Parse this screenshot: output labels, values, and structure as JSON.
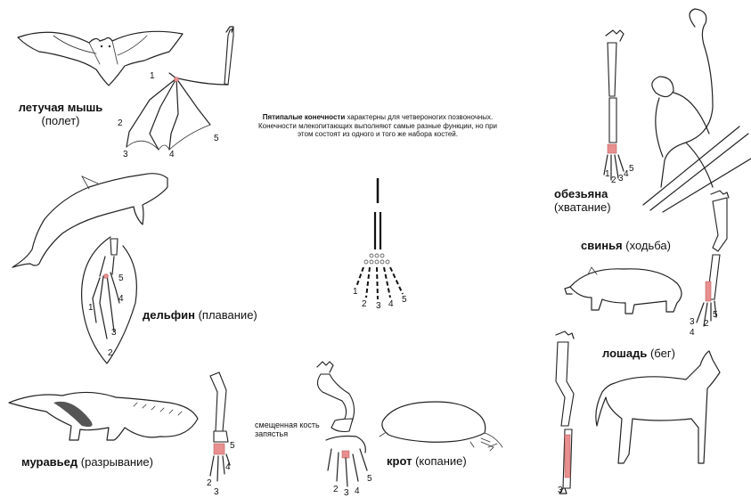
{
  "caption": {
    "bold": "Пятипалые конечности",
    "rest": " характерны для четвероногих позвоночных. Конечности млекопитающих выполняют самые разные функции, но при этом состоят из одного и того же  набора костей."
  },
  "animals": {
    "bat": {
      "name": "летучая мышь",
      "function": "(полет)"
    },
    "dolphin": {
      "name": "дельфин",
      "function": "(плавание)"
    },
    "anteater": {
      "name": "муравьед",
      "function": "(разрывание)"
    },
    "mole": {
      "name": "крот",
      "function": "(копание)"
    },
    "monkey": {
      "name": "обезьяна",
      "function": "(хватание)"
    },
    "pig": {
      "name": "свинья",
      "function": "(ходьба)"
    },
    "horse": {
      "name": "лошадь",
      "function": "(бег)"
    }
  },
  "mole_note": "смещенная кость запястья",
  "digits": [
    "1",
    "2",
    "3",
    "4",
    "5"
  ],
  "colors": {
    "ink": "#222222",
    "highlight": "#e88f8f"
  }
}
